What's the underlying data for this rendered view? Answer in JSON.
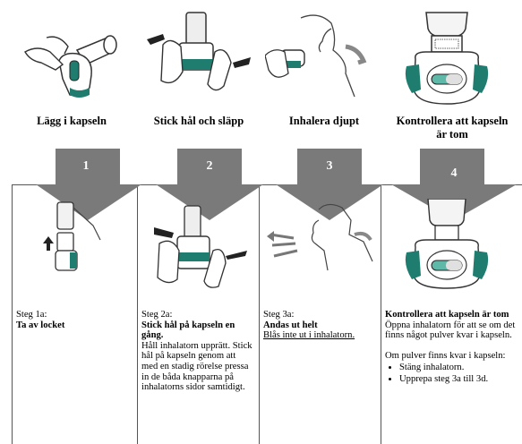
{
  "top_titles": [
    "Lägg i kapseln",
    "Stick hål och släpp",
    "Inhalera djupt",
    "Kontrollera att kapseln är tom"
  ],
  "arrow_numbers": [
    "1",
    "2",
    "3",
    "4"
  ],
  "steps": [
    {
      "heading": "Steg 1a:",
      "bold": "Ta av locket",
      "body": "",
      "underline": ""
    },
    {
      "heading": "Steg 2a:",
      "bold": "Stick hål på kapseln en gång.",
      "body": "Håll inhalatorn upprätt. Stick hål på kapseln genom att med en stadig rörelse pressa in de båda knapparna på inhalatorns sidor samtidigt.",
      "underline": ""
    },
    {
      "heading": "Steg 3a:",
      "bold": "Andas ut helt",
      "body": "",
      "underline": "Blås inte ut i inhalatorn."
    },
    {
      "heading": "",
      "bold": "Kontrollera att kapseln är tom",
      "body": "Öppna inhalatorn för att se om det finns något pulver kvar i kapseln.",
      "body2": "Om pulver finns kvar i kapseln:",
      "list": [
        "Stäng inhalatorn.",
        "Upprepa steg 3a till 3d."
      ]
    }
  ],
  "colors": {
    "arrow": "#7a7a7a",
    "accent": "#1e7d6e"
  }
}
